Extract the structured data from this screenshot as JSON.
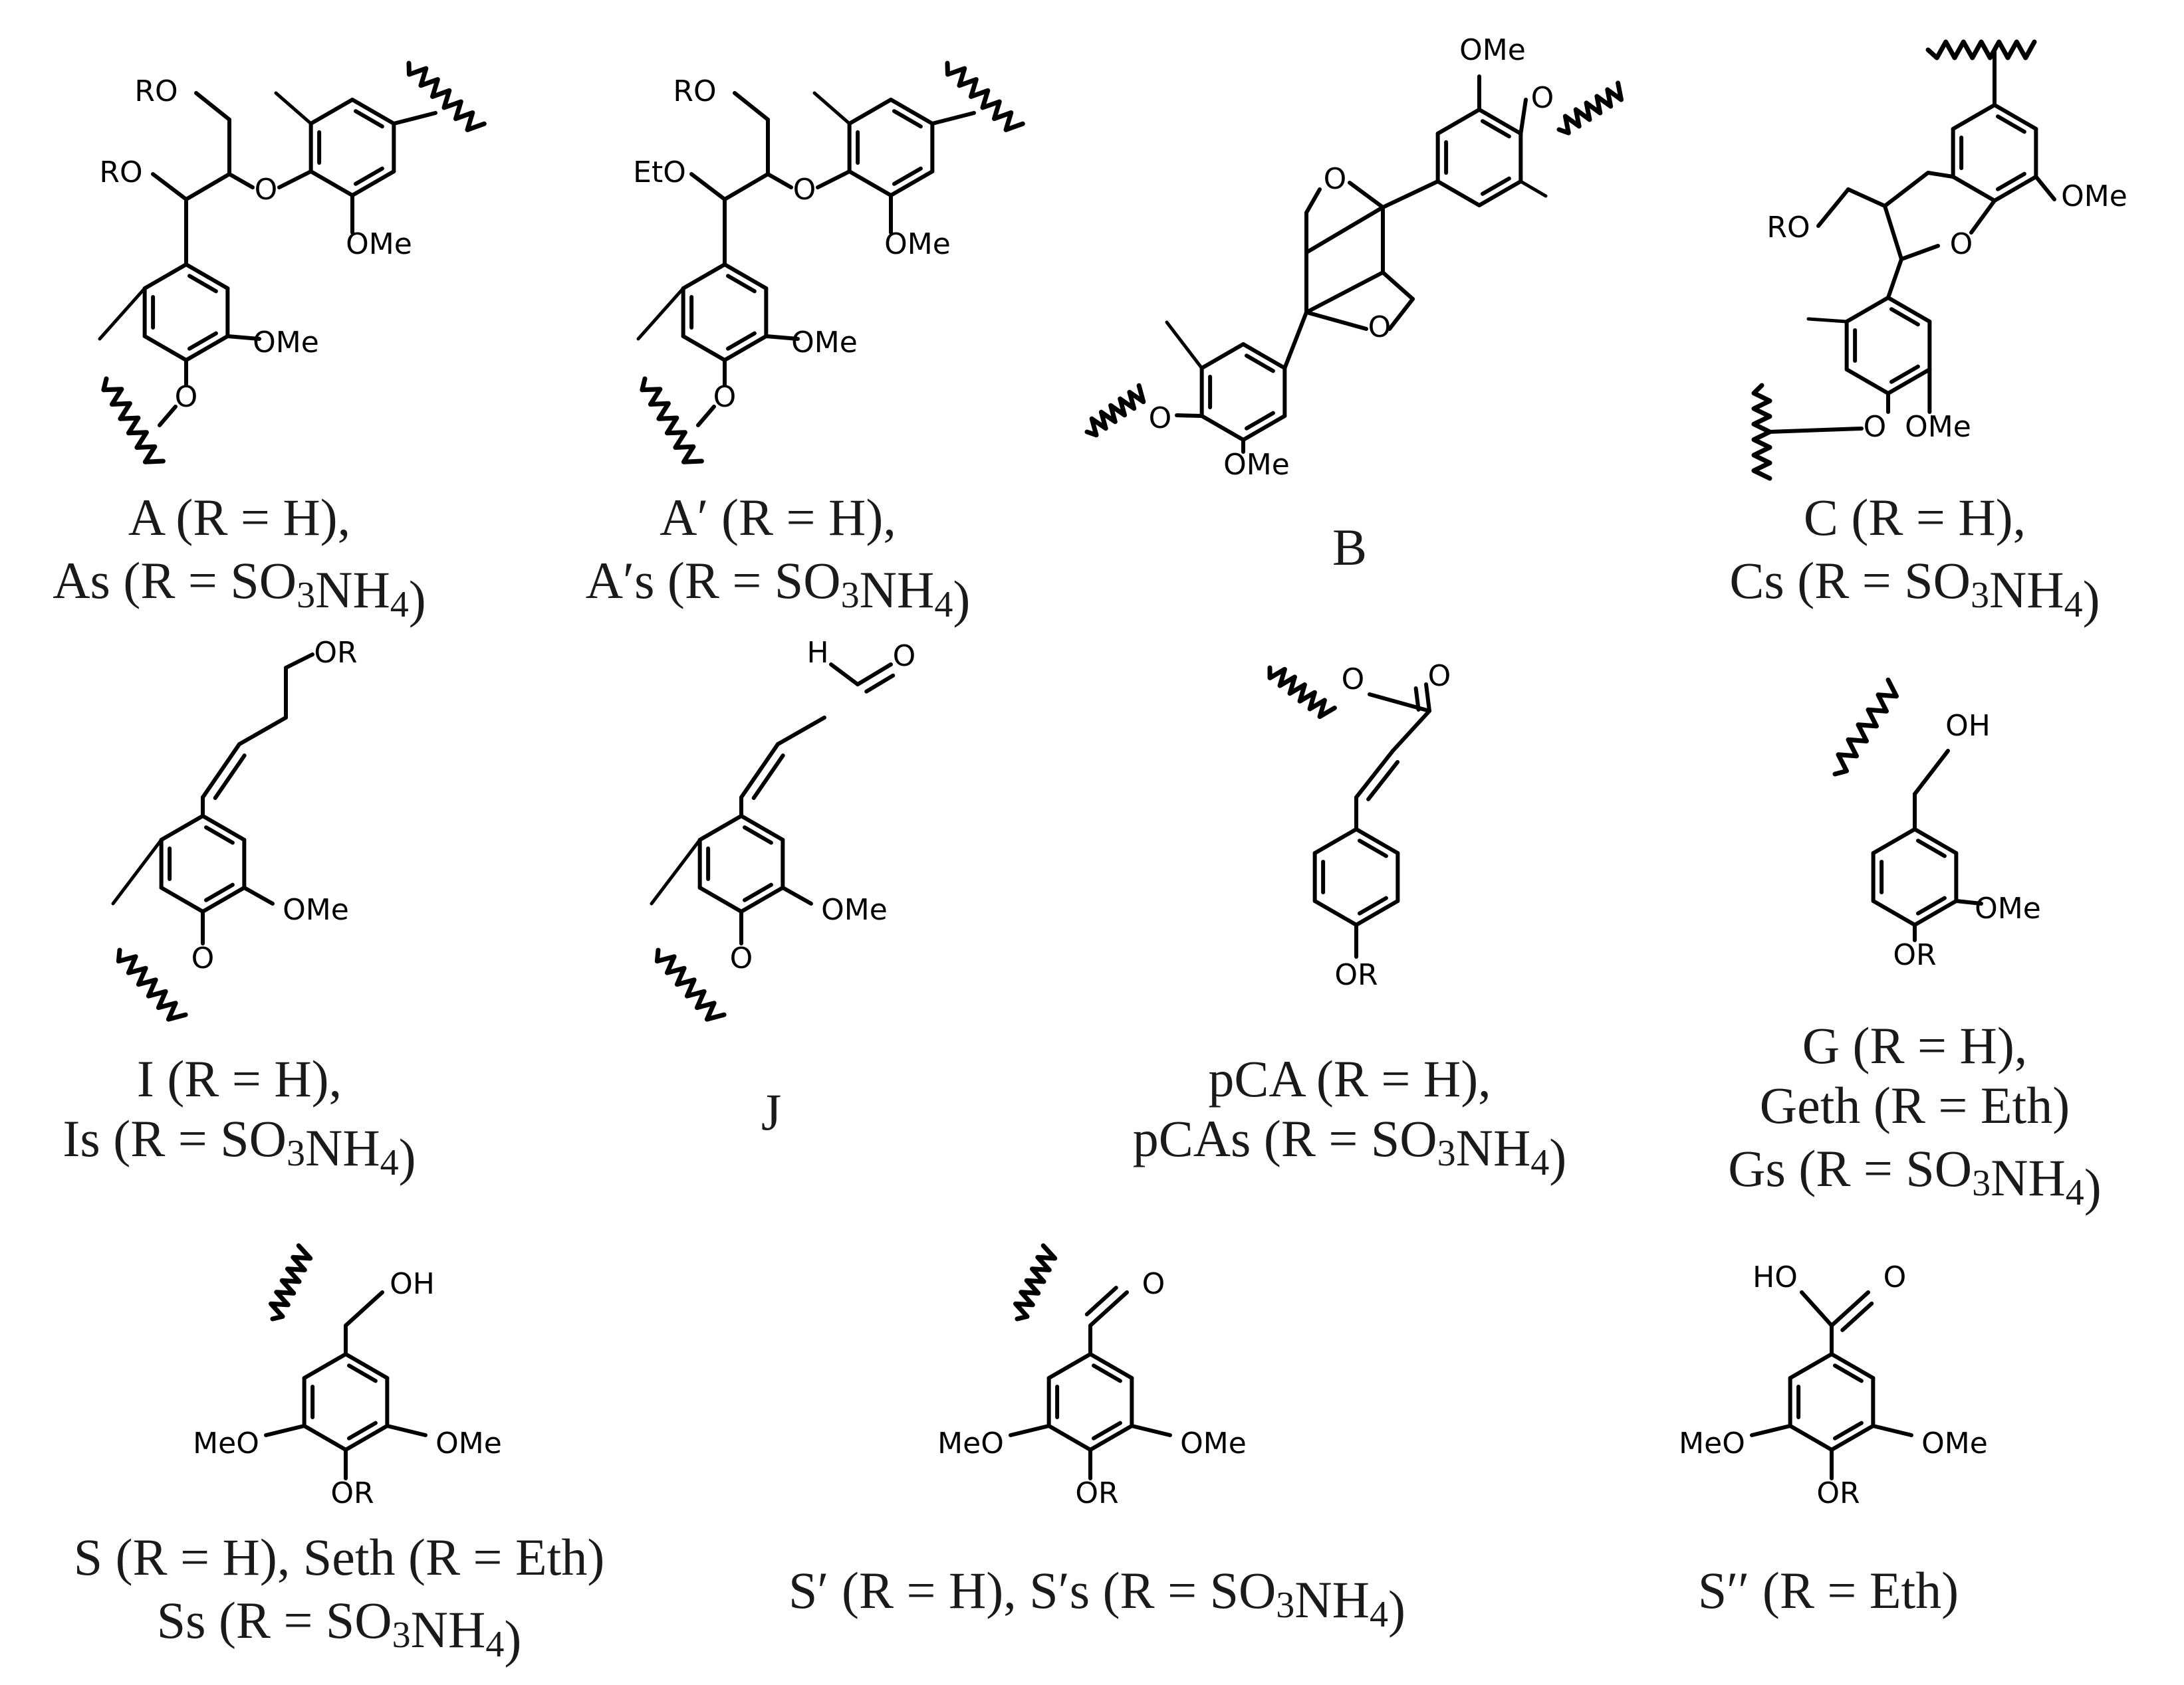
{
  "colors": {
    "ink": "#000000",
    "caption_ink": "#1a1a1a",
    "background": "#ffffff"
  },
  "structures": [
    {
      "id": "A",
      "atom_labels": [
        "RO",
        "RO",
        "O",
        "OMe",
        "OMe",
        "O"
      ],
      "caption": [
        {
          "text": "A (R = H),"
        },
        {
          "text": "As (R = SO",
          "sub": "3",
          "text2": "NH",
          "sub2": "4",
          "text3": ")"
        }
      ]
    },
    {
      "id": "A-prime",
      "atom_labels": [
        "RO",
        "EtO",
        "O",
        "OMe",
        "OMe",
        "O"
      ],
      "caption": [
        {
          "text": "A′ (R = H),"
        },
        {
          "text": "A′s (R = SO",
          "sub": "3",
          "text2": "NH",
          "sub2": "4",
          "text3": ")"
        }
      ]
    },
    {
      "id": "B",
      "atom_labels": [
        "OMe",
        "O",
        "O",
        "O",
        "O",
        "OMe"
      ],
      "caption": [
        {
          "text": "B"
        }
      ]
    },
    {
      "id": "C",
      "atom_labels": [
        "OMe",
        "RO",
        "O",
        "O",
        "OMe"
      ],
      "caption": [
        {
          "text": "C (R = H),"
        },
        {
          "text": "Cs (R = SO",
          "sub": "3",
          "text2": "NH",
          "sub2": "4",
          "text3": ")"
        }
      ]
    },
    {
      "id": "I",
      "atom_labels": [
        "OR",
        "OMe",
        "O"
      ],
      "caption": [
        {
          "text": "I (R = H),"
        },
        {
          "text": "Is (R = SO",
          "sub": "3",
          "text2": "NH",
          "sub2": "4",
          "text3": ")"
        }
      ]
    },
    {
      "id": "J",
      "atom_labels": [
        "H",
        "O",
        "OMe",
        "O"
      ],
      "caption": [
        {
          "text": "J"
        }
      ]
    },
    {
      "id": "pCA",
      "atom_labels": [
        "O",
        "O",
        "OR"
      ],
      "caption": [
        {
          "text": "pCA (R = H),"
        },
        {
          "text": "pCAs (R = SO",
          "sub": "3",
          "text2": "NH",
          "sub2": "4",
          "text3": ")"
        }
      ]
    },
    {
      "id": "G",
      "atom_labels": [
        "OH",
        "OMe",
        "OR"
      ],
      "caption": [
        {
          "text": "G (R = H),"
        },
        {
          "text": "Geth (R = Eth)"
        },
        {
          "text": "Gs (R = SO",
          "sub": "3",
          "text2": "NH",
          "sub2": "4",
          "text3": ")"
        }
      ]
    },
    {
      "id": "S",
      "atom_labels": [
        "OH",
        "MeO",
        "OMe",
        "OR"
      ],
      "caption": [
        {
          "text": "S (R = H), Seth (R = Eth)"
        },
        {
          "text": "Ss (R = SO",
          "sub": "3",
          "text2": "NH",
          "sub2": "4",
          "text3": ")"
        }
      ]
    },
    {
      "id": "S-prime",
      "atom_labels": [
        "O",
        "MeO",
        "OMe",
        "OR"
      ],
      "caption": [
        {
          "text": "S′ (R = H), S′s (R = SO",
          "sub": "3",
          "text2": "NH",
          "sub2": "4",
          "text3": ")"
        }
      ]
    },
    {
      "id": "S-double-prime",
      "atom_labels": [
        "HO",
        "O",
        "MeO",
        "OMe",
        "OR"
      ],
      "caption": [
        {
          "text": "S′′ (R = Eth)"
        }
      ]
    }
  ]
}
